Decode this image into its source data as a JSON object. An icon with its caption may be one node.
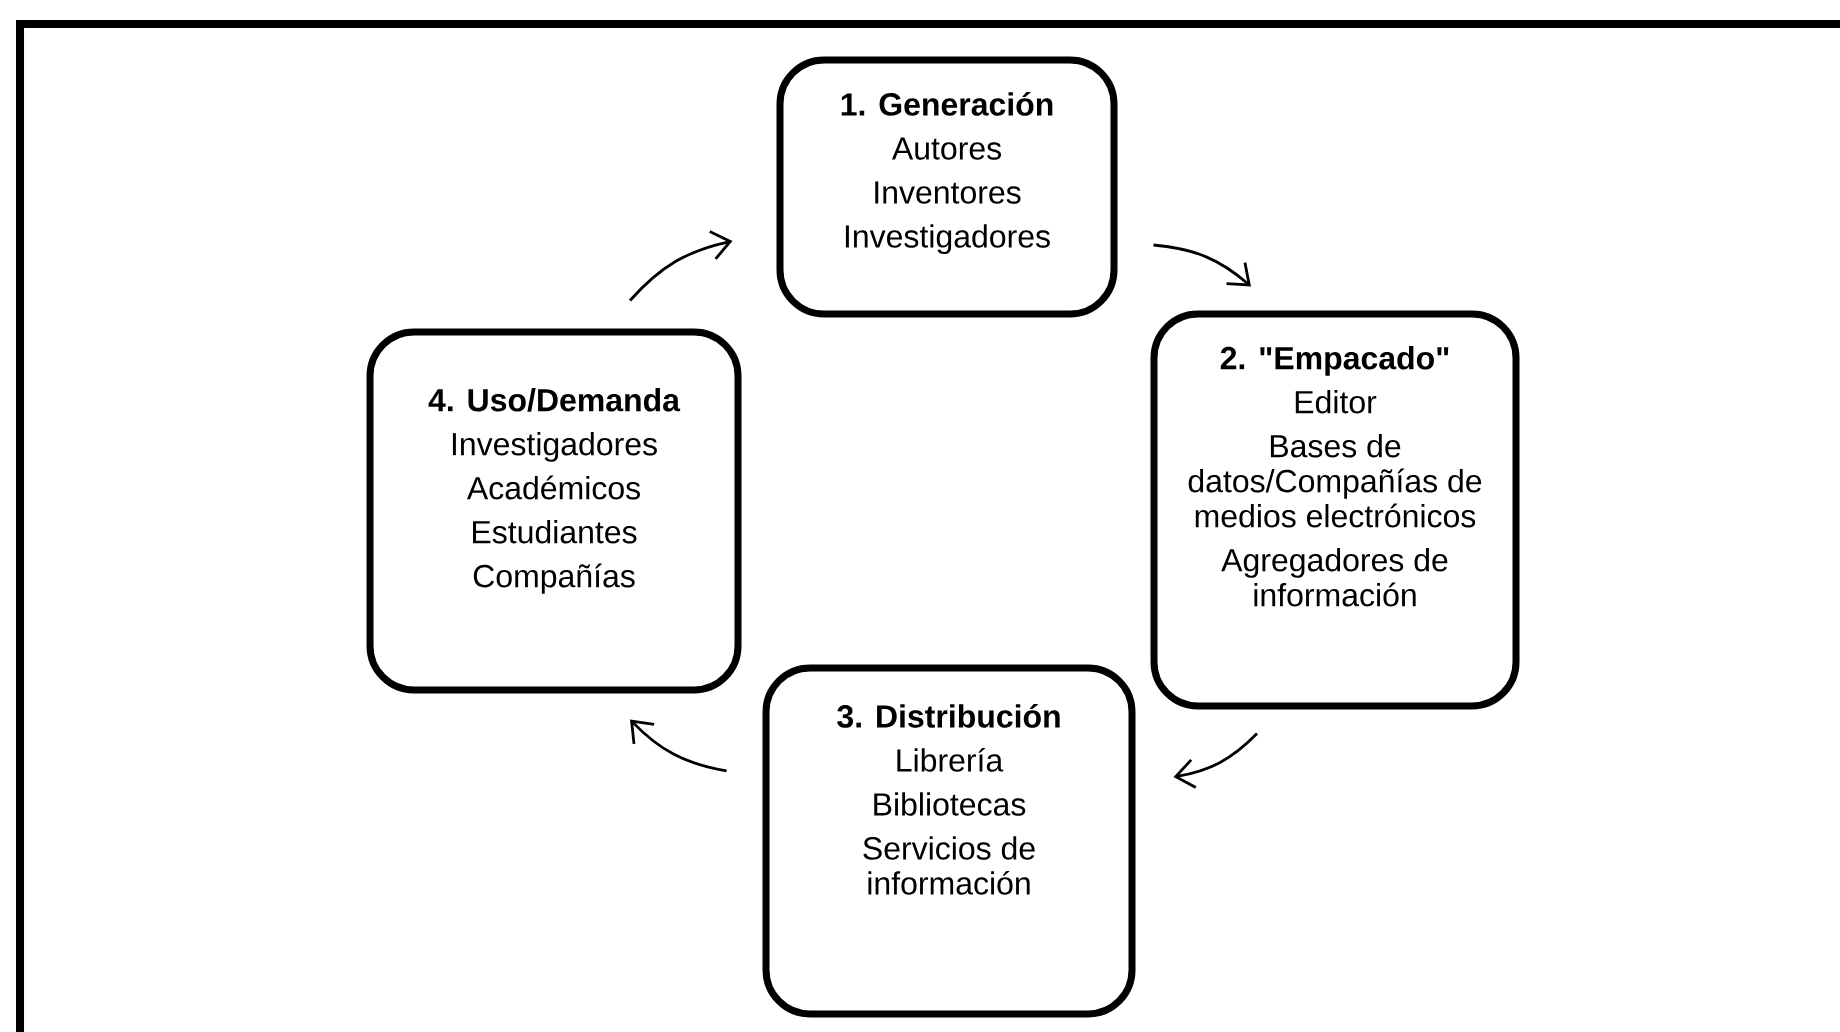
{
  "diagram": {
    "nodes": [
      {
        "text": [
          "1. Generación",
          "Autores",
          "Inventores",
          "Investigadores"
        ]
      },
      {
        "text": [
          "2. \"Empacado\"",
          "Editor",
          "Bases de datos/Compañías de medios electrónicos",
          "Agregadores de información"
        ]
      },
      {
        "text": [
          "3. Distribución",
          "Librería",
          "Bibliotecas",
          "Servicios de información"
        ]
      },
      {
        "text": [
          "4. Uso/Demanda",
          "Investigadores",
          "Académicos",
          "Estudiantes",
          "Compañías"
        ]
      }
    ],
    "edges": [
      {
        "from": 3,
        "to": 0,
        "arrow": "to"
      },
      {
        "from": 0,
        "to": 1,
        "arrow": "to"
      },
      {
        "from": 1,
        "to": 2,
        "arrow": "to"
      },
      {
        "from": 2,
        "to": 3,
        "arrow": "to"
      }
    ]
  }
}
